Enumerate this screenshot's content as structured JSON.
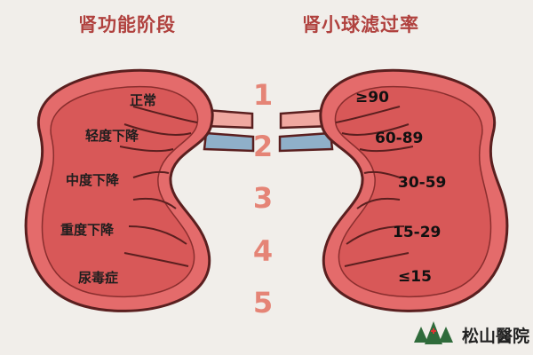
{
  "titles": {
    "left": "肾功能阶段",
    "right": "肾小球滤过率"
  },
  "stages": [
    "正常",
    "轻度下降",
    "中度下降",
    "重度下降",
    "尿毒症"
  ],
  "numbers": [
    "1",
    "2",
    "3",
    "4",
    "5"
  ],
  "gfr": [
    "≥90",
    "60-89",
    "30-59",
    "15-29",
    "≤15"
  ],
  "logo": {
    "text": "松山醫院",
    "icon": "pine-trees-cross-logo"
  },
  "colors": {
    "title": "#b0413e",
    "kidney_fill": "#e46b6b",
    "kidney_inner": "#d85858",
    "outline": "#5a1f1f",
    "number": "#e58476",
    "vessel": "#8fb0c9",
    "background": "#f1eeea"
  }
}
